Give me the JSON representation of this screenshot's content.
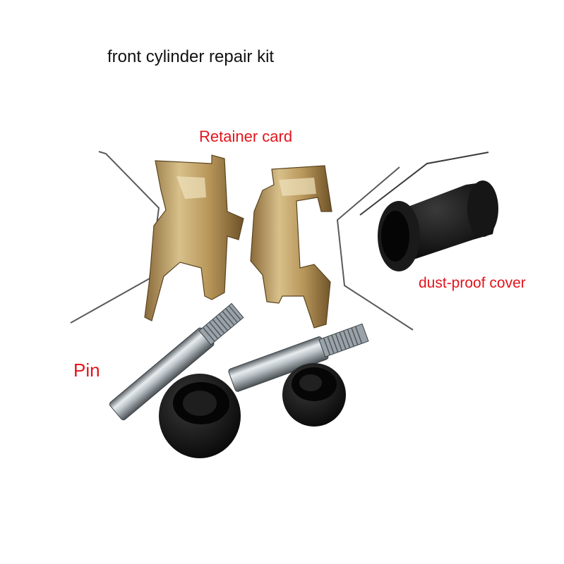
{
  "title": "front cylinder repair kit",
  "labels": {
    "retainer": "Retainer card",
    "dust_cover": "dust-proof cover",
    "pin": "Pin"
  },
  "colors": {
    "title_text": "#111111",
    "callout_text": "#e3141b",
    "background": "#ffffff"
  }
}
